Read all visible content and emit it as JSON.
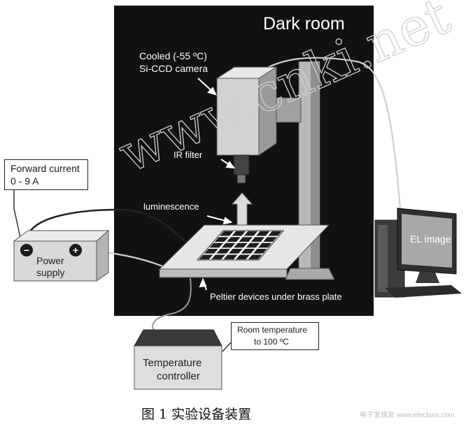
{
  "diagram": {
    "dark_room_label": "Dark room",
    "camera_label_line1": "Cooled (-55 ºC)",
    "camera_label_line2": "Si-CCD camera",
    "ir_filter_label": "IR filter",
    "luminescence_label": "luminescence",
    "forward_current_line1": "Forward current",
    "forward_current_line2": "0 - 9 A",
    "power_supply_line1": "Power",
    "power_supply_line2": "supply",
    "minus_symbol": "−",
    "plus_symbol": "+",
    "el_image_label": "EL image",
    "peltier_label": "Peltier devices under brass plate",
    "room_temp_line1": "Room temperature",
    "room_temp_line2": "to 100 ºC",
    "temp_controller_line1": "Temperature",
    "temp_controller_line2": "controller"
  },
  "watermark": {
    "text": "www.cnki.net"
  },
  "caption": {
    "text": "图 1   实验设备装置"
  },
  "logo": {
    "text": "电子发烧友 www.elecfans.com"
  }
}
